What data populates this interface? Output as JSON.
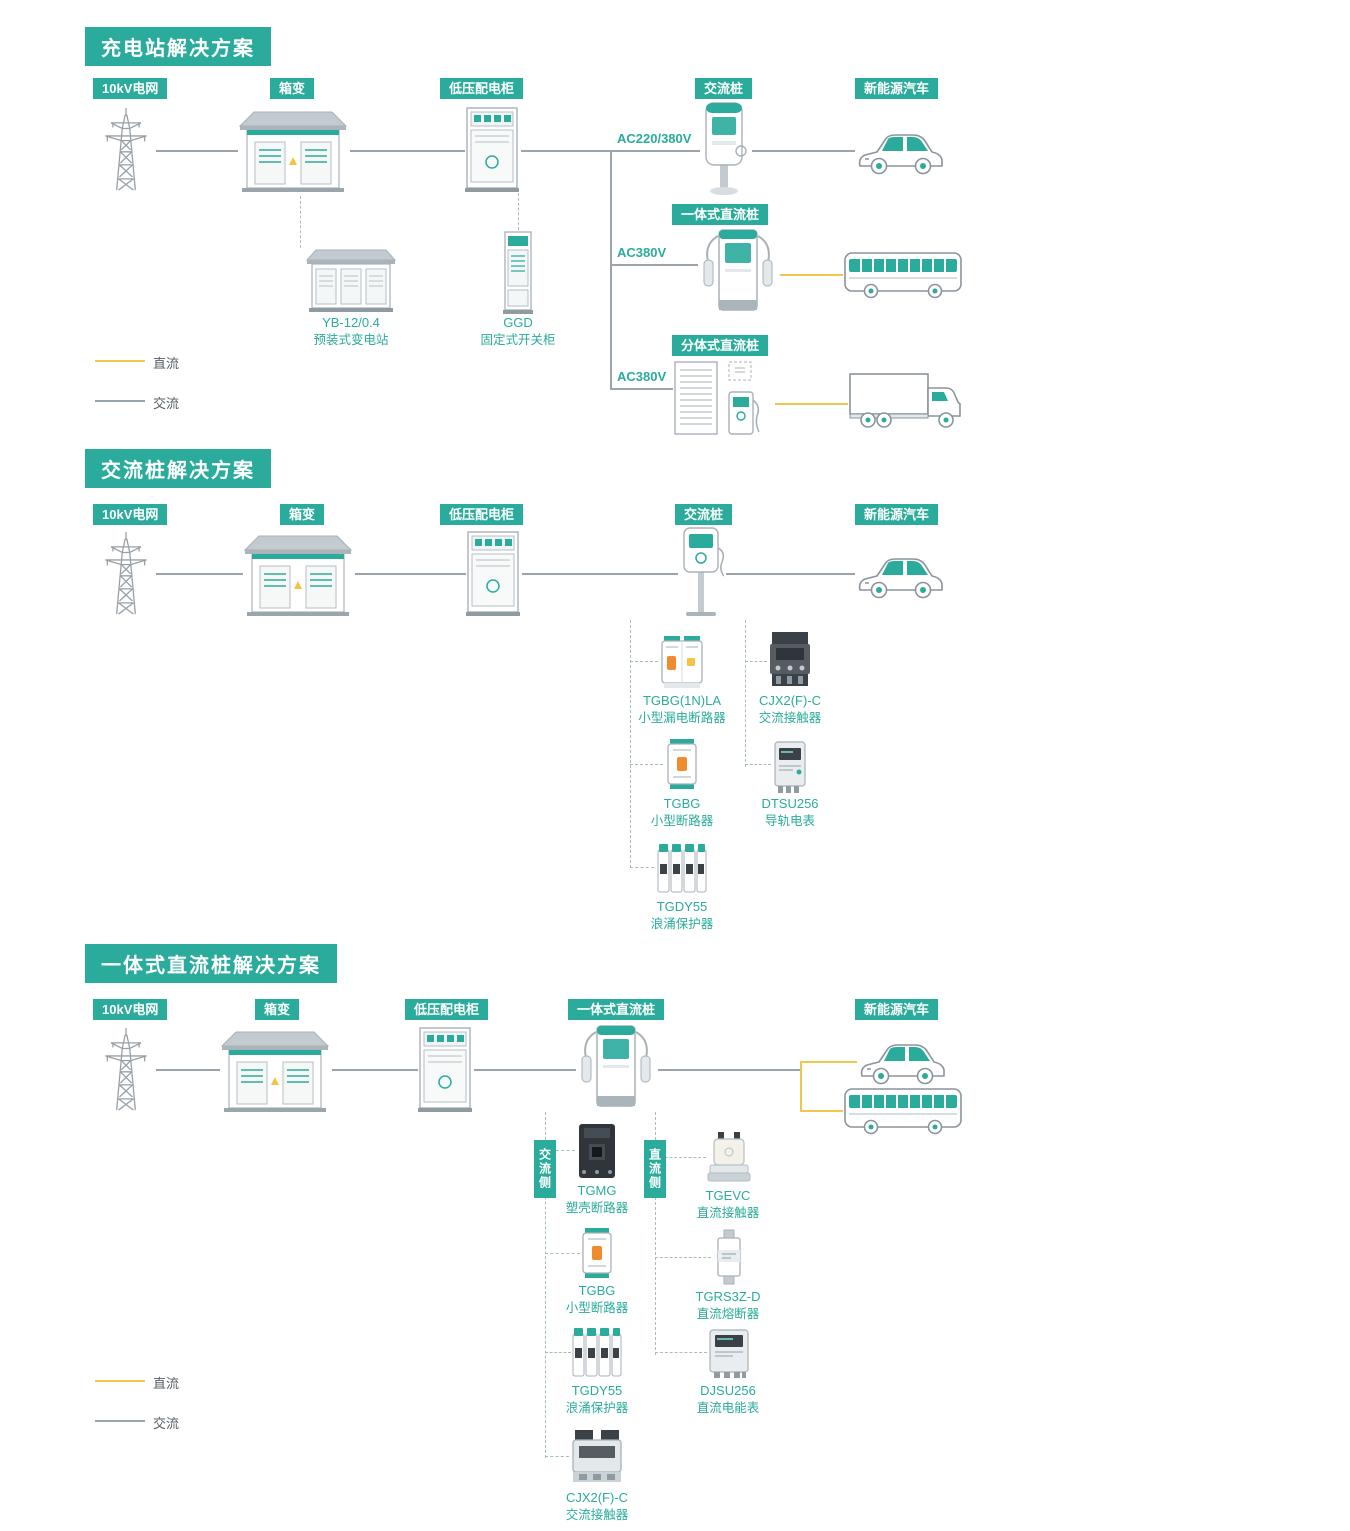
{
  "colors": {
    "accent_teal": "#2aab9b",
    "dc_line": "#f0c64d",
    "ac_line": "#9aa4aa"
  },
  "legend": {
    "dc": "直流",
    "ac": "交流"
  },
  "s1": {
    "title": "充电站解决方案",
    "labels": {
      "grid": "10kV电网",
      "transformer": "箱变",
      "lv_cabinet": "低压配电柜",
      "ac_pile": "交流桩",
      "ev": "新能源汽车"
    },
    "v1": "AC220/380V",
    "v2": "AC380V",
    "v3": "AC380V",
    "banner_dc_integrated": "一体式直流桩",
    "banner_dc_split": "分体式直流桩",
    "yb_name": "YB-12/0.4",
    "yb_desc": "预装式变电站",
    "ggd_name": "GGD",
    "ggd_desc": "固定式开关柜"
  },
  "s2": {
    "title": "交流桩解决方案",
    "labels": {
      "grid": "10kV电网",
      "transformer": "箱变",
      "lv_cabinet": "低压配电柜",
      "ac_pile": "交流桩",
      "ev": "新能源汽车"
    },
    "products": [
      {
        "name": "TGBG(1N)LA",
        "desc": "小型漏电断路器"
      },
      {
        "name": "CJX2(F)-C",
        "desc": "交流接触器"
      },
      {
        "name": "TGBG",
        "desc": "小型断路器"
      },
      {
        "name": "DTSU256",
        "desc": "导轨电表"
      },
      {
        "name": "TGDY55",
        "desc": "浪涌保护器"
      }
    ]
  },
  "s3": {
    "title": "一体式直流桩解决方案",
    "labels": {
      "grid": "10kV电网",
      "transformer": "箱变",
      "lv_cabinet": "低压配电柜",
      "dc_pile": "一体式直流桩",
      "ev": "新能源汽车"
    },
    "side_ac": "交流侧",
    "side_dc": "直流侧",
    "ac_products": [
      {
        "name": "TGMG",
        "desc": "塑壳断路器"
      },
      {
        "name": "TGBG",
        "desc": "小型断路器"
      },
      {
        "name": "TGDY55",
        "desc": "浪涌保护器"
      },
      {
        "name": "CJX2(F)-C",
        "desc": "交流接触器"
      }
    ],
    "dc_products": [
      {
        "name": "TGEVC",
        "desc": "直流接触器"
      },
      {
        "name": "TGRS3Z-D",
        "desc": "直流熔断器"
      },
      {
        "name": "DJSU256",
        "desc": "直流电能表"
      }
    ]
  }
}
